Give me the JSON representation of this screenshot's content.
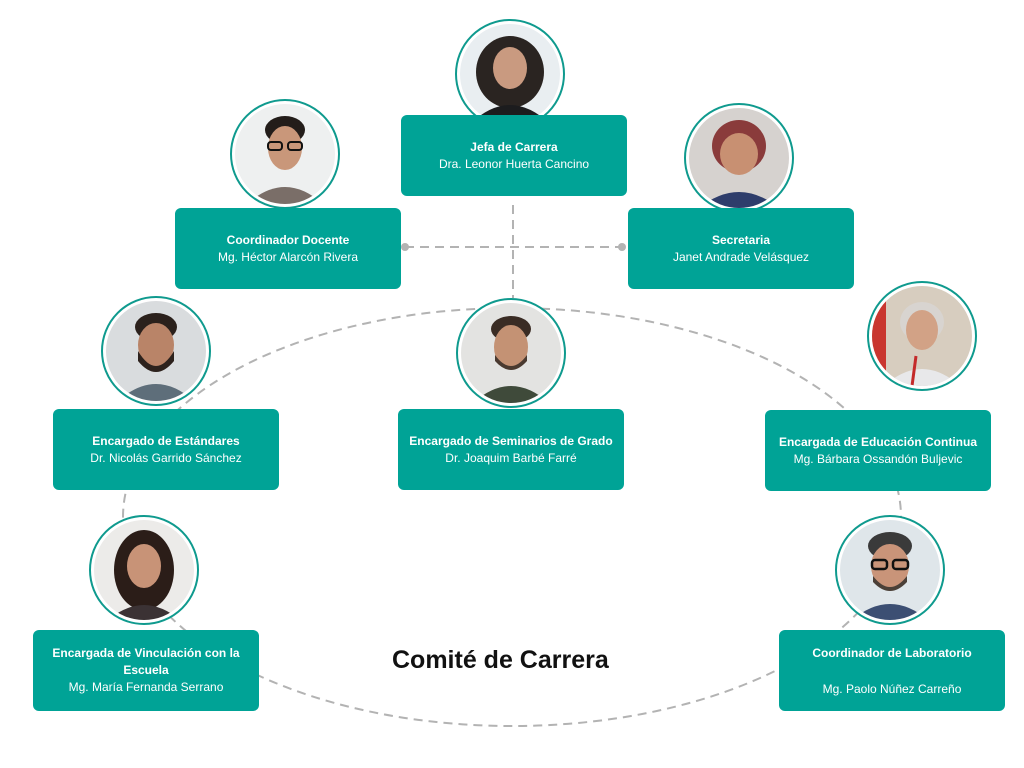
{
  "title": "Comité de Carrera",
  "colors": {
    "box": "#00a396",
    "ring": "#0f9a8e",
    "connector": "#b3b3b3"
  },
  "members": [
    {
      "role": "Jefa de Carrera",
      "name": "Dra. Leonor Huerta Cancino",
      "photo_icon": "person-photo-icon"
    },
    {
      "role": "Coordinador Docente",
      "name": "Mg. Héctor Alarcón Rivera",
      "photo_icon": "person-photo-icon"
    },
    {
      "role": "Secretaria",
      "name": "Janet Andrade Velásquez",
      "photo_icon": "person-photo-icon"
    },
    {
      "role": "Encargado de Estándares",
      "name": "Dr. Nicolás Garrido Sánchez",
      "photo_icon": "person-photo-icon"
    },
    {
      "role": "Encargado de Seminarios de Grado",
      "name": "Dr. Joaquim Barbé Farré",
      "photo_icon": "person-photo-icon"
    },
    {
      "role": "Encargada de Educación Continua",
      "name": "Mg. Bárbara Ossandón Buljevic",
      "photo_icon": "person-photo-icon"
    },
    {
      "role": "Encargada de Vinculación con la Escuela",
      "name": "Mg. María Fernanda Serrano",
      "photo_icon": "person-photo-icon"
    },
    {
      "role": "Coordinador de Laboratorio",
      "name": "Mg. Paolo Núñez Carreño",
      "photo_icon": "person-photo-icon"
    }
  ]
}
